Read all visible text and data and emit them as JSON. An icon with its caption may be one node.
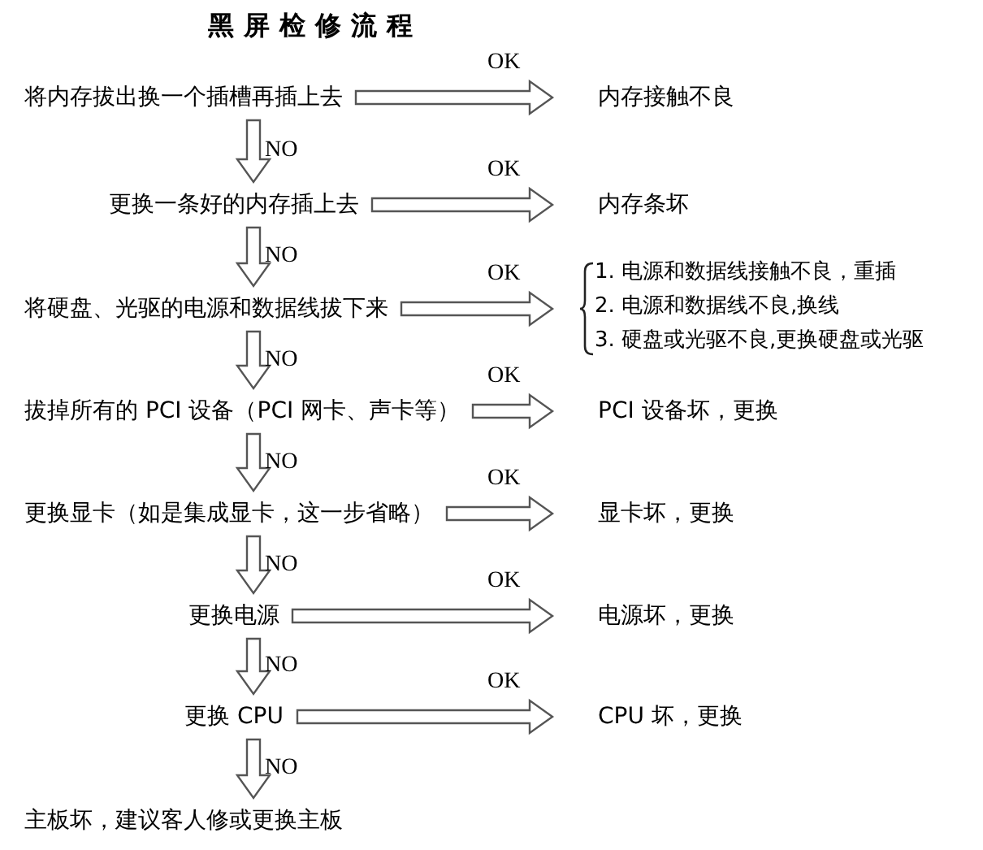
{
  "diagram": {
    "title": "黑屏检修流程",
    "nodes": [
      {
        "text": [
          "将内存拔出换一个插槽再插上去"
        ]
      },
      {
        "text": [
          "内存接触不良"
        ]
      },
      {
        "text": [
          "更换一条好的内存插上去"
        ]
      },
      {
        "text": [
          "内存条坏"
        ]
      },
      {
        "text": [
          "将硬盘、光驱的电源和数据线拔下来"
        ]
      },
      {
        "text": [
          "1. 电源和数据线接触不良，重插",
          "2. 电源和数据线不良,换线",
          "3. 硬盘或光驱不良,更换硬盘或光驱"
        ]
      },
      {
        "text": [
          "拔掉所有的 PCI 设备（PCI 网卡、声卡等）"
        ]
      },
      {
        "text": [
          "PCI 设备坏，更换"
        ]
      },
      {
        "text": [
          "更换显卡（如是集成显卡，这一步省略）"
        ]
      },
      {
        "text": [
          "显卡坏，更换"
        ]
      },
      {
        "text": [
          "更换电源"
        ]
      },
      {
        "text": [
          "电源坏，更换"
        ]
      },
      {
        "text": [
          "更换 CPU"
        ]
      },
      {
        "text": [
          "CPU 坏，更换"
        ]
      },
      {
        "text": [
          "主板坏，建议客人修或更换主板"
        ]
      }
    ],
    "edges": [
      {
        "from": 0,
        "to": 1,
        "arrow": "to",
        "label": "OK"
      },
      {
        "from": 0,
        "to": 2,
        "arrow": "to",
        "label": "NO"
      },
      {
        "from": 2,
        "to": 3,
        "arrow": "to",
        "label": "OK"
      },
      {
        "from": 2,
        "to": 4,
        "arrow": "to",
        "label": "NO"
      },
      {
        "from": 4,
        "to": 5,
        "arrow": "to",
        "label": "OK"
      },
      {
        "from": 4,
        "to": 6,
        "arrow": "to",
        "label": "NO"
      },
      {
        "from": 6,
        "to": 7,
        "arrow": "to",
        "label": "OK"
      },
      {
        "from": 6,
        "to": 8,
        "arrow": "to",
        "label": "NO"
      },
      {
        "from": 8,
        "to": 9,
        "arrow": "to",
        "label": "OK"
      },
      {
        "from": 8,
        "to": 10,
        "arrow": "to",
        "label": "NO"
      },
      {
        "from": 10,
        "to": 11,
        "arrow": "to",
        "label": "OK"
      },
      {
        "from": 10,
        "to": 12,
        "arrow": "to",
        "label": "NO"
      },
      {
        "from": 12,
        "to": 13,
        "arrow": "to",
        "label": "OK"
      },
      {
        "from": 12,
        "to": 14,
        "arrow": "to",
        "label": "NO"
      }
    ]
  }
}
